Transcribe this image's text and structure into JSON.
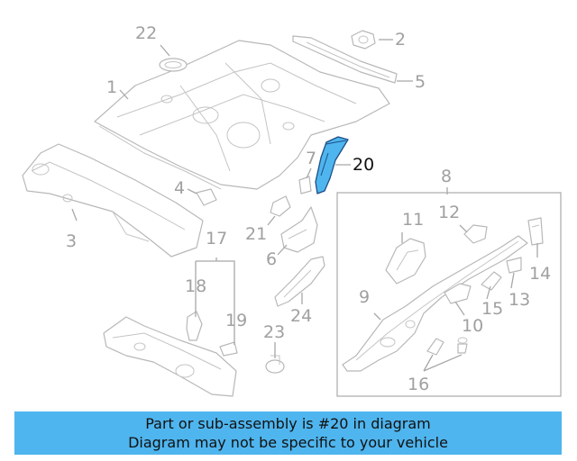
{
  "diagram": {
    "callouts": {
      "c1": "1",
      "c2": "2",
      "c3": "3",
      "c4": "4",
      "c5": "5",
      "c6": "6",
      "c7": "7",
      "c8": "8",
      "c9": "9",
      "c10": "10",
      "c11": "11",
      "c12": "12",
      "c13": "13",
      "c14": "14",
      "c15": "15",
      "c16": "16",
      "c17": "17",
      "c18": "18",
      "c19": "19",
      "c20": "20",
      "c21": "21",
      "c22": "22",
      "c23": "23",
      "c24": "24"
    },
    "highlighted_part": "20",
    "highlight_color": "#4fb5ee",
    "line_color": "#b8b8b8"
  },
  "banner": {
    "line1": "Part or sub-assembly is #20 in diagram",
    "line2": "Diagram may not be specific to your vehicle",
    "background": "#4fb5ee"
  }
}
